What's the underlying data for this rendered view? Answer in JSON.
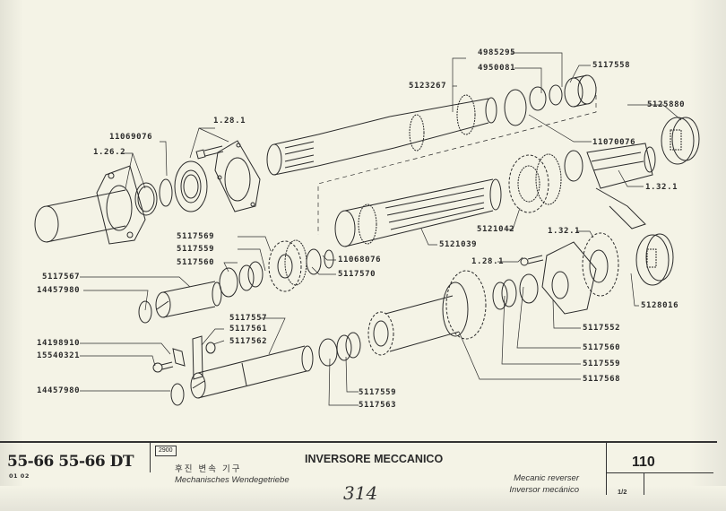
{
  "document": {
    "type": "exploded parts diagram",
    "title_block": {
      "models": "55-66  55-66 DT",
      "model_codes": "01 02",
      "group_code": "2900",
      "title_it": "INVERSORE MECCANICO",
      "title_ko": "후진 변속 기구",
      "title_de": "Mechanisches Wendegetriebe",
      "title_en": "Mecanic reverser",
      "title_es": "Inversor mecánico",
      "page_number": "110",
      "sheet": "1/2",
      "handwritten_note": "314"
    }
  },
  "callouts": [
    {
      "id": "c1",
      "label": "4985295"
    },
    {
      "id": "c2",
      "label": "4950081"
    },
    {
      "id": "c3",
      "label": "5117558"
    },
    {
      "id": "c4",
      "label": "5123267"
    },
    {
      "id": "c5",
      "label": "5125880"
    },
    {
      "id": "c6",
      "label": "11070076"
    },
    {
      "id": "c7",
      "label": "1.32.1"
    },
    {
      "id": "c8",
      "label": "11069076"
    },
    {
      "id": "c9",
      "label": "1.28.1"
    },
    {
      "id": "c10",
      "label": "1.26.2"
    },
    {
      "id": "c11",
      "label": "5121042"
    },
    {
      "id": "c12",
      "label": "5121039"
    },
    {
      "id": "c13",
      "label": "1.32.1"
    },
    {
      "id": "c14",
      "label": "5117569"
    },
    {
      "id": "c15",
      "label": "5117559"
    },
    {
      "id": "c16",
      "label": "5117560"
    },
    {
      "id": "c17",
      "label": "11068076"
    },
    {
      "id": "c18",
      "label": "5117570"
    },
    {
      "id": "c19",
      "label": "5117567"
    },
    {
      "id": "c20",
      "label": "14457980"
    },
    {
      "id": "c21",
      "label": "1.28.1"
    },
    {
      "id": "c22",
      "label": "5128016"
    },
    {
      "id": "c23",
      "label": "5117557"
    },
    {
      "id": "c24",
      "label": "5117561"
    },
    {
      "id": "c25",
      "label": "5117562"
    },
    {
      "id": "c26",
      "label": "14198910"
    },
    {
      "id": "c27",
      "label": "15540321"
    },
    {
      "id": "c28",
      "label": "5117552"
    },
    {
      "id": "c29",
      "label": "5117560"
    },
    {
      "id": "c30",
      "label": "5117559"
    },
    {
      "id": "c31",
      "label": "5117568"
    },
    {
      "id": "c32",
      "label": "14457980"
    },
    {
      "id": "c33",
      "label": "5117559"
    },
    {
      "id": "c34",
      "label": "5117563"
    }
  ]
}
